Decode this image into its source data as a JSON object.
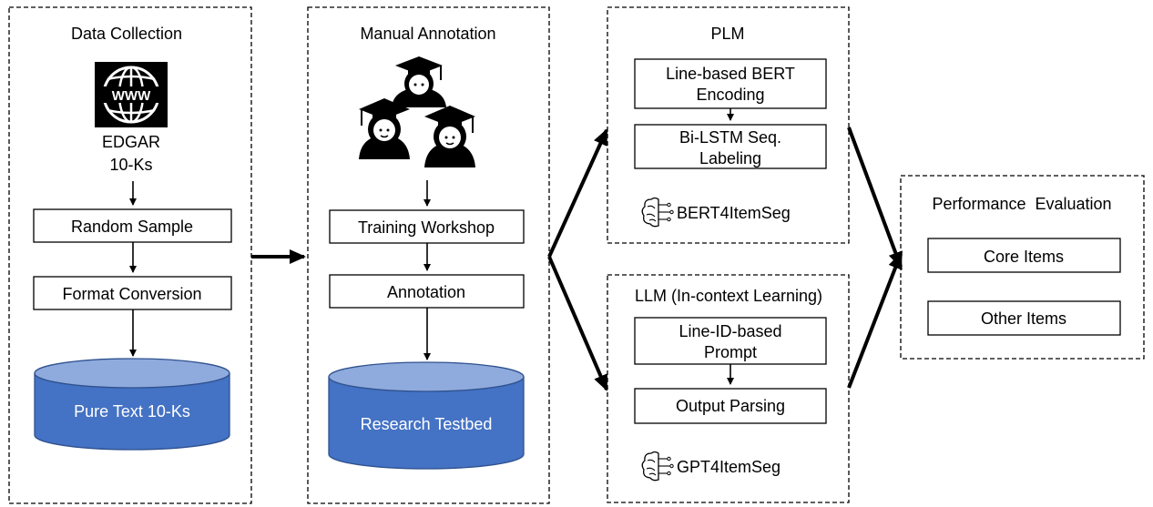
{
  "panels": {
    "data_collection": {
      "title": "Data Collection",
      "source_line1": "EDGAR",
      "source_line2": "10-Ks",
      "icon": "www-globe-icon",
      "steps": [
        "Random Sample",
        "Format Conversion"
      ],
      "database": "Pure Text 10-Ks"
    },
    "manual_annotation": {
      "title": "Manual Annotation",
      "icon": "graduates-group-icon",
      "steps": [
        "Training Workshop",
        "Annotation"
      ],
      "database": "Research Testbed"
    },
    "plm": {
      "title": "PLM",
      "box1_line1": "Line-based BERT",
      "box1_line2": "Encoding",
      "box2_line1": "Bi-LSTM Seq.",
      "box2_line2": "Labeling",
      "model_name": "BERT4ItemSeg",
      "icon": "ai-brain-icon"
    },
    "llm": {
      "title": "LLM (In-context Learning)",
      "box1_line1": "Line-ID-based",
      "box1_line2": "Prompt",
      "box2": "Output Parsing",
      "model_name": "GPT4ItemSeg",
      "icon": "ai-brain-icon"
    },
    "evaluation": {
      "title": "Performance  Evaluation",
      "items": [
        "Core Items",
        "Other Items"
      ]
    }
  },
  "colors": {
    "cylinder_body": "#4472c4",
    "cylinder_top": "#8faadc",
    "cylinder_stroke": "#2f528f",
    "cylinder_text": "#ffffff",
    "line": "#000000"
  }
}
